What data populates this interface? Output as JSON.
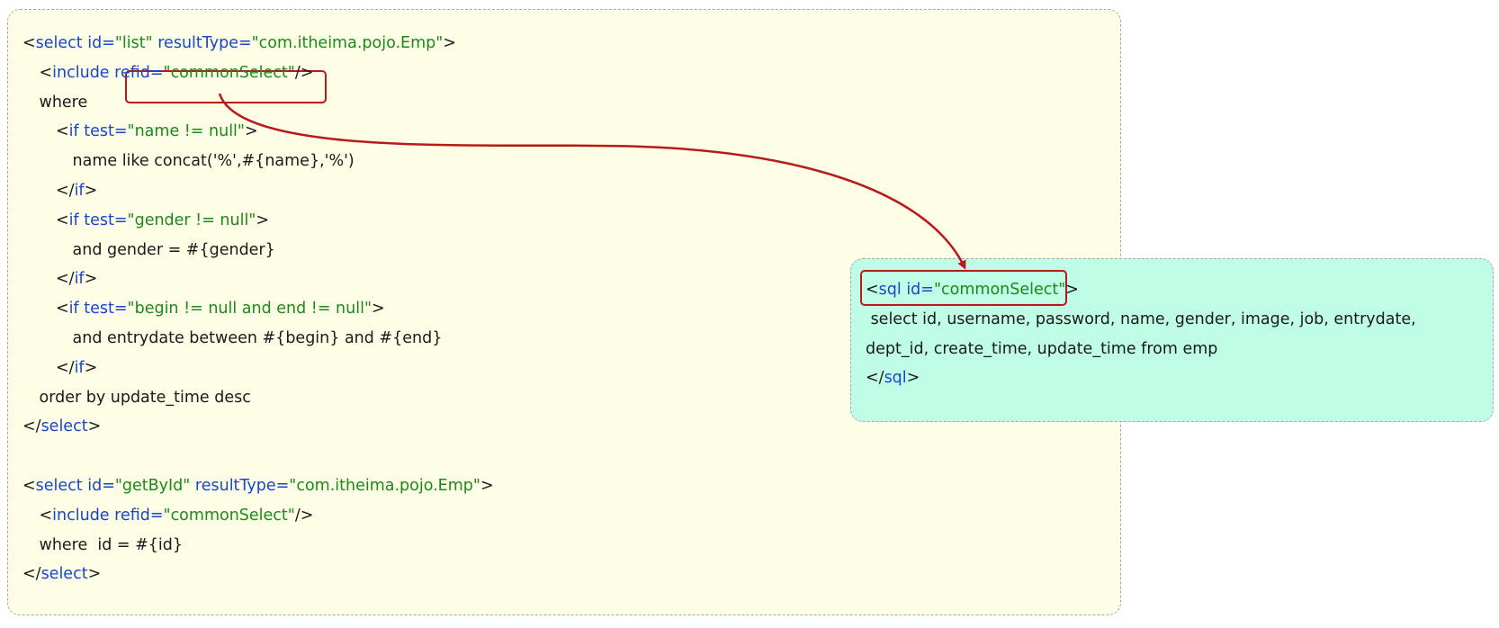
{
  "colors": {
    "tag": "#1946c9",
    "value": "#1b8a1b",
    "text": "#1a1a1a",
    "highlight": "#b81a1a",
    "main_bg": "#fefee6",
    "sql_bg": "#bffde6"
  },
  "main_panel": {
    "lines": [
      {
        "indent": 0,
        "parts": [
          {
            "t": "<"
          },
          {
            "k": "select id="
          },
          {
            "v": "\"list\""
          },
          {
            "k": " resultType="
          },
          {
            "v": "\"com.itheima.pojo.Emp\""
          },
          {
            "t": ">"
          }
        ]
      },
      {
        "indent": 1,
        "parts": [
          {
            "t": "<"
          },
          {
            "k": "include refid="
          },
          {
            "v": "\"commonSelect\""
          },
          {
            "t": "/>"
          }
        ]
      },
      {
        "indent": 1,
        "parts": [
          {
            "t": "where"
          }
        ]
      },
      {
        "indent": 2,
        "parts": [
          {
            "t": "<"
          },
          {
            "k": "if test="
          },
          {
            "v": "\"name != null\""
          },
          {
            "t": ">"
          }
        ]
      },
      {
        "indent": 3,
        "parts": [
          {
            "t": "name like concat('%',#{name},'%')"
          }
        ]
      },
      {
        "indent": 2,
        "parts": [
          {
            "t": "</"
          },
          {
            "k": "if"
          },
          {
            "t": ">"
          }
        ]
      },
      {
        "indent": 2,
        "parts": [
          {
            "t": "<"
          },
          {
            "k": "if test="
          },
          {
            "v": "\"gender != null\""
          },
          {
            "t": ">"
          }
        ]
      },
      {
        "indent": 3,
        "parts": [
          {
            "t": "and gender = #{gender}"
          }
        ]
      },
      {
        "indent": 2,
        "parts": [
          {
            "t": "</"
          },
          {
            "k": "if"
          },
          {
            "t": ">"
          }
        ]
      },
      {
        "indent": 2,
        "parts": [
          {
            "t": "<"
          },
          {
            "k": "if test="
          },
          {
            "v": "\"begin != null and end != null\""
          },
          {
            "t": ">"
          }
        ]
      },
      {
        "indent": 3,
        "parts": [
          {
            "t": "and entrydate between #{begin} and #{end}"
          }
        ]
      },
      {
        "indent": 2,
        "parts": [
          {
            "t": "</"
          },
          {
            "k": "if"
          },
          {
            "t": ">"
          }
        ]
      },
      {
        "indent": 1,
        "parts": [
          {
            "t": "order by update_time desc"
          }
        ]
      },
      {
        "indent": 0,
        "parts": [
          {
            "t": "</"
          },
          {
            "k": "select"
          },
          {
            "t": ">"
          }
        ]
      },
      {
        "indent": 0,
        "parts": []
      },
      {
        "indent": 0,
        "parts": [
          {
            "t": "<"
          },
          {
            "k": "select id="
          },
          {
            "v": "\"getById\""
          },
          {
            "k": " resultType="
          },
          {
            "v": "\"com.itheima.pojo.Emp\""
          },
          {
            "t": ">"
          }
        ]
      },
      {
        "indent": 1,
        "parts": [
          {
            "t": "<"
          },
          {
            "k": "include refid="
          },
          {
            "v": "\"commonSelect\""
          },
          {
            "t": "/>"
          }
        ]
      },
      {
        "indent": 1,
        "parts": [
          {
            "t": "where  id = #{id}"
          }
        ]
      },
      {
        "indent": 0,
        "parts": [
          {
            "t": "</"
          },
          {
            "k": "select"
          },
          {
            "t": ">"
          }
        ]
      }
    ]
  },
  "sql_panel": {
    "lines": [
      {
        "indent": 0,
        "parts": [
          {
            "t": "<"
          },
          {
            "k": "sql id="
          },
          {
            "v": "\"commonSelect\""
          },
          {
            "t": ">"
          }
        ]
      },
      {
        "indent": 0,
        "parts": [
          {
            "t": " select id, username, password, name, gender, image, job, entrydate,"
          }
        ]
      },
      {
        "indent": 0,
        "parts": [
          {
            "t": "dept_id, create_time, update_time from emp"
          }
        ]
      },
      {
        "indent": 0,
        "parts": [
          {
            "t": "</"
          },
          {
            "k": "sql"
          },
          {
            "t": ">"
          }
        ]
      }
    ]
  }
}
